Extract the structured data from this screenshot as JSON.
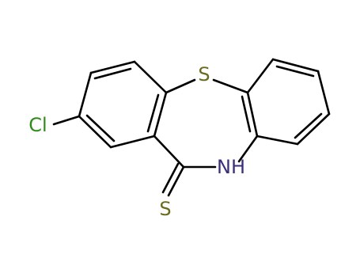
{
  "molecule": {
    "atoms": [
      {
        "id": "s-ring",
        "label": "S",
        "element": "S"
      },
      {
        "id": "n-h",
        "label": "NH",
        "element": "N"
      },
      {
        "id": "s-thione",
        "label": "S",
        "element": "S"
      },
      {
        "id": "cl",
        "label": "Cl",
        "element": "Cl"
      }
    ],
    "colors": {
      "S": "#6b6b1e",
      "N": "#3a2f7a",
      "Cl": "#2f8a1e",
      "bond": "#000000"
    }
  }
}
